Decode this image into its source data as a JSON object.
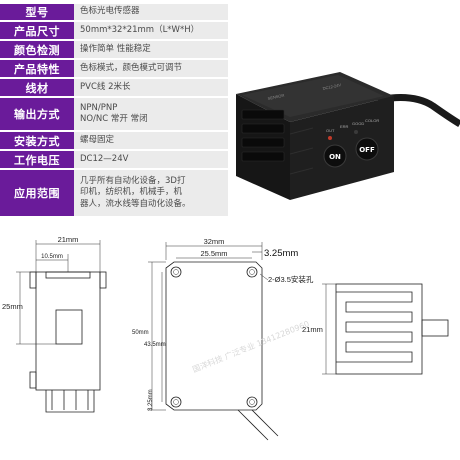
{
  "specs": [
    {
      "label": "型号",
      "lines": [
        "色标光电传感器"
      ]
    },
    {
      "label": "产品尺寸",
      "lines": [
        "50mm*32*21mm（L*W*H）"
      ]
    },
    {
      "label": "颜色检测",
      "lines": [
        "操作简单 性能稳定"
      ]
    },
    {
      "label": "产品特性",
      "lines": [
        "色标模式，颜色模式可调节"
      ]
    },
    {
      "label": "线材",
      "lines": [
        "PVC线 2米长"
      ]
    },
    {
      "label": "输出方式",
      "lines": [
        "NPN/PNP",
        "NO/NC 常开 常闭"
      ]
    },
    {
      "label": "安装方式",
      "lines": [
        "螺母固定"
      ]
    },
    {
      "label": "工作电压",
      "lines": [
        "DC12—24V"
      ]
    },
    {
      "label": "应用范围",
      "lines": [
        "几乎所有自动化设备，3D打",
        "印机，纺织机，机械手，机",
        "器人，流水线等自动化设备。"
      ]
    }
  ],
  "device": {
    "on_label": "ON",
    "off_label": "OFF",
    "indicator_labels": [
      "OUT",
      "ERR",
      "GOOD",
      "COLOR"
    ]
  },
  "dims": {
    "side_width": "21mm",
    "side_inner": "10.5mm",
    "side_height": "25mm",
    "front_width": "32mm",
    "front_inner": "25.5mm",
    "front_offset": "3.25mm",
    "mount_holes": "2-Ø3.5安装孔",
    "front_height": "50mm",
    "front_inner_height": "43.5mm",
    "front_bottom": "3.25mm",
    "top_height": "21mm"
  },
  "watermark": "国洋科技 广泛专业 13412280960"
}
